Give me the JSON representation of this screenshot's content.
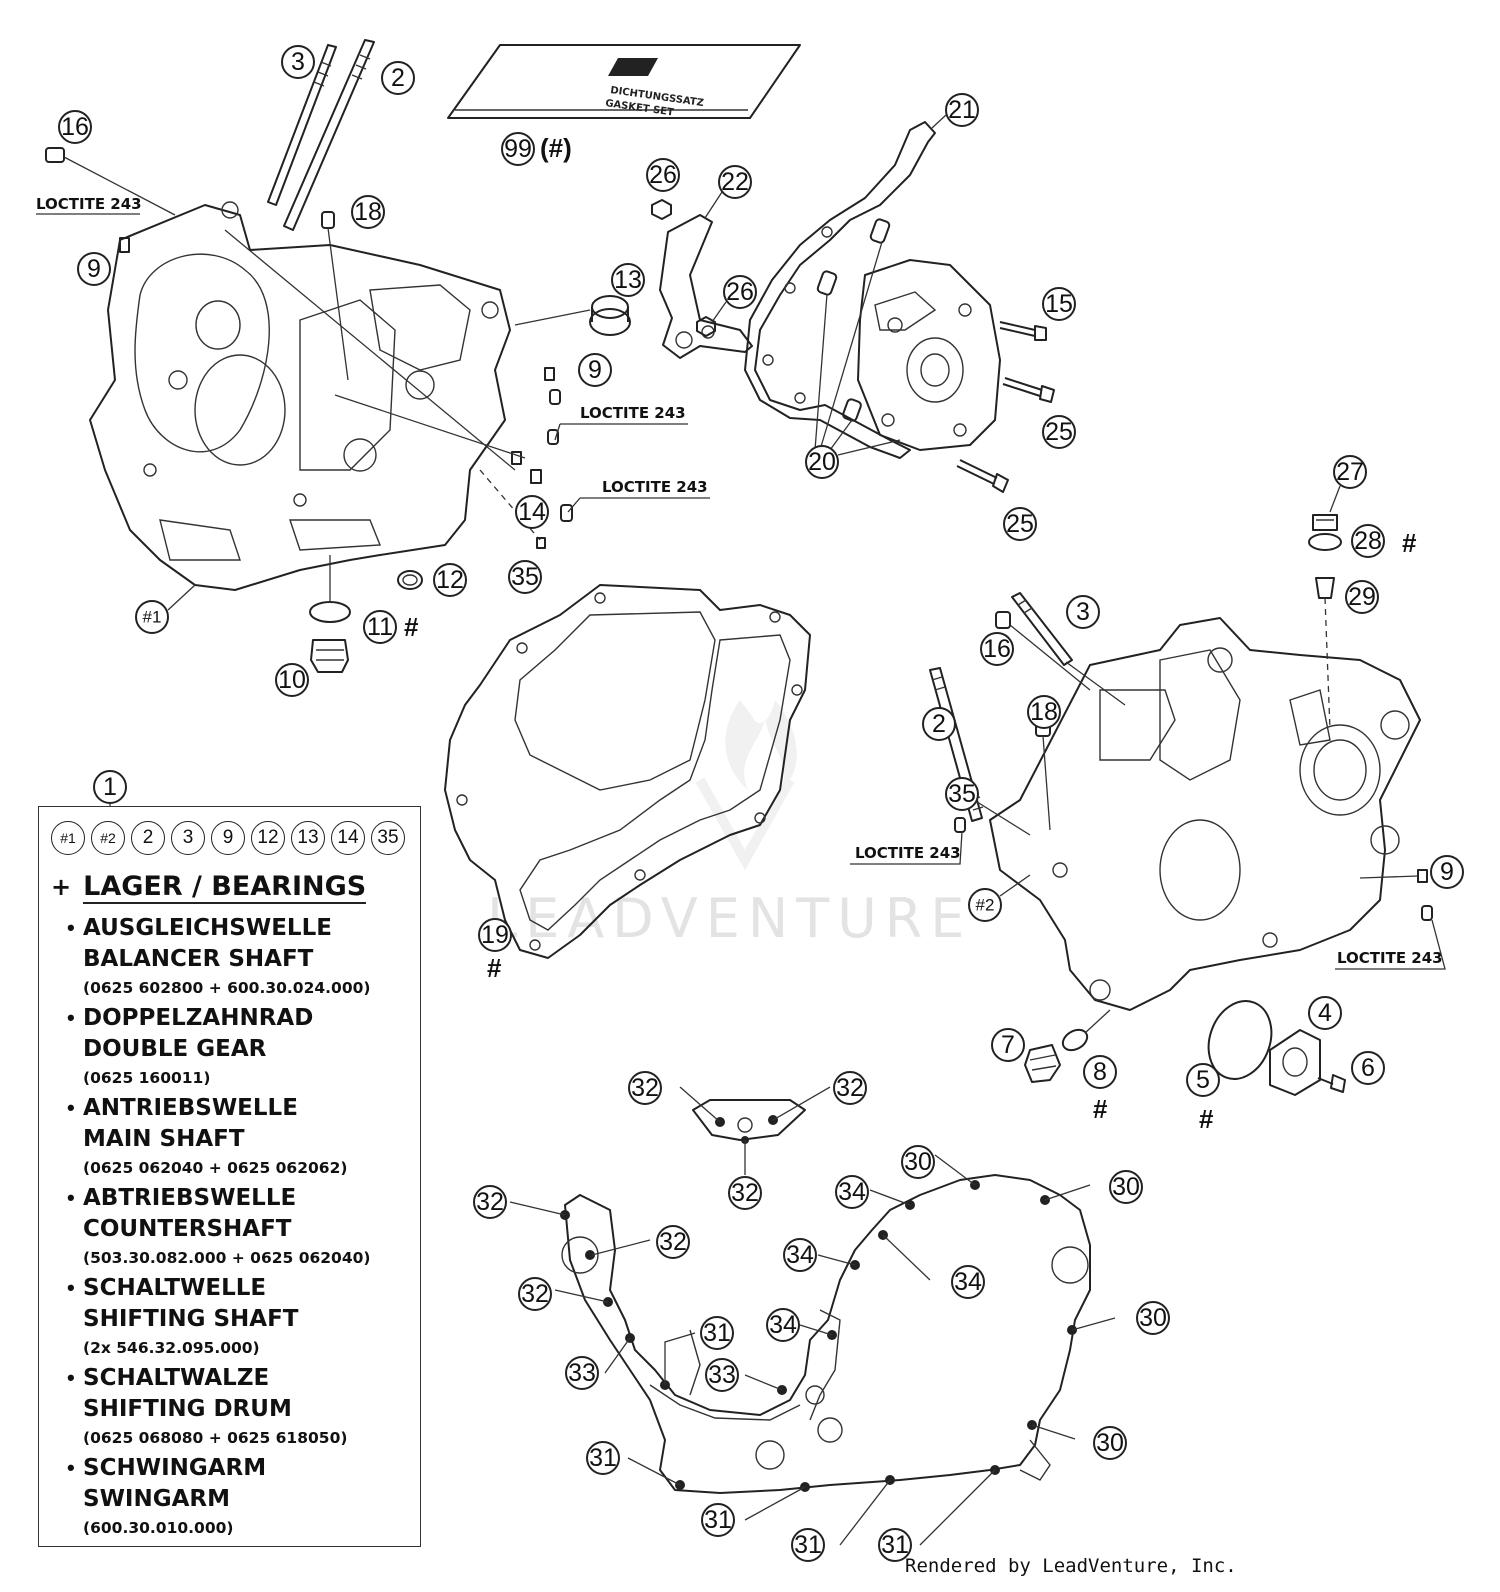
{
  "callouts": {
    "c3a": "3",
    "c2a": "2",
    "c16a": "16",
    "c18a": "18",
    "c9a": "9",
    "c13": "13",
    "c9b": "9",
    "c14": "14",
    "c35a": "35",
    "c12": "12",
    "c11": "11",
    "c10": "10",
    "c1a": "#1",
    "c99": "99",
    "c26a": "26",
    "c22": "22",
    "c26b": "26",
    "c21": "21",
    "c15": "15",
    "c25a": "25",
    "c25b": "25",
    "c20": "20",
    "c27": "27",
    "c28": "28",
    "c29": "29",
    "c3b": "3",
    "c16b": "16",
    "c2b": "2",
    "c18b": "18",
    "c35b": "35",
    "c2x": "#2",
    "c9c": "9",
    "c4": "4",
    "c6": "6",
    "c7": "7",
    "c8": "8",
    "c5": "5",
    "c19": "19",
    "c1": "1",
    "c32a": "32",
    "c32b": "32",
    "c32c": "32",
    "c32d": "32",
    "c32e": "32",
    "c32f": "32",
    "c30a": "30",
    "c30b": "30",
    "c30c": "30",
    "c30d": "30",
    "c34a": "34",
    "c34b": "34",
    "c34c": "34",
    "c34d": "34",
    "c31a": "31",
    "c31b": "31",
    "c31c": "31",
    "c31d": "31",
    "c31e": "31",
    "c33a": "33",
    "c33b": "33"
  },
  "gasket_set": {
    "line1": "DICHTUNGSSATZ",
    "line2": "GASKET SET",
    "suffix": "(#)"
  },
  "hash": "#",
  "loctite": "LOCTITE 243",
  "legend": {
    "chips": [
      "#1",
      "#2",
      "2",
      "3",
      "9",
      "12",
      "13",
      "14",
      "35"
    ],
    "plus": "+",
    "heading": "LAGER / BEARINGS",
    "bullet": "•",
    "items": [
      {
        "de": "AUSGLEICHSWELLE",
        "en": "BALANCER SHAFT",
        "num": "(0625 602800 + 600.30.024.000)"
      },
      {
        "de": "DOPPELZAHNRAD",
        "en": "DOUBLE GEAR",
        "num": "(0625 160011)"
      },
      {
        "de": "ANTRIEBSWELLE",
        "en": "MAIN SHAFT",
        "num": "(0625 062040 + 0625 062062)"
      },
      {
        "de": "ABTRIEBSWELLE",
        "en": "COUNTERSHAFT",
        "num": "(503.30.082.000 + 0625 062040)"
      },
      {
        "de": "SCHALTWELLE",
        "en": "SHIFTING SHAFT",
        "num": "(2x  546.32.095.000)"
      },
      {
        "de": "SCHALTWALZE",
        "en": "SHIFTING DRUM",
        "num": "(0625 068080 + 0625 618050)"
      },
      {
        "de": "SCHWINGARM",
        "en": "SWINGARM",
        "num": "(600.30.010.000)"
      }
    ]
  },
  "watermark": "LEADVENTURE",
  "credit": "Rendered by LeadVenture, Inc."
}
